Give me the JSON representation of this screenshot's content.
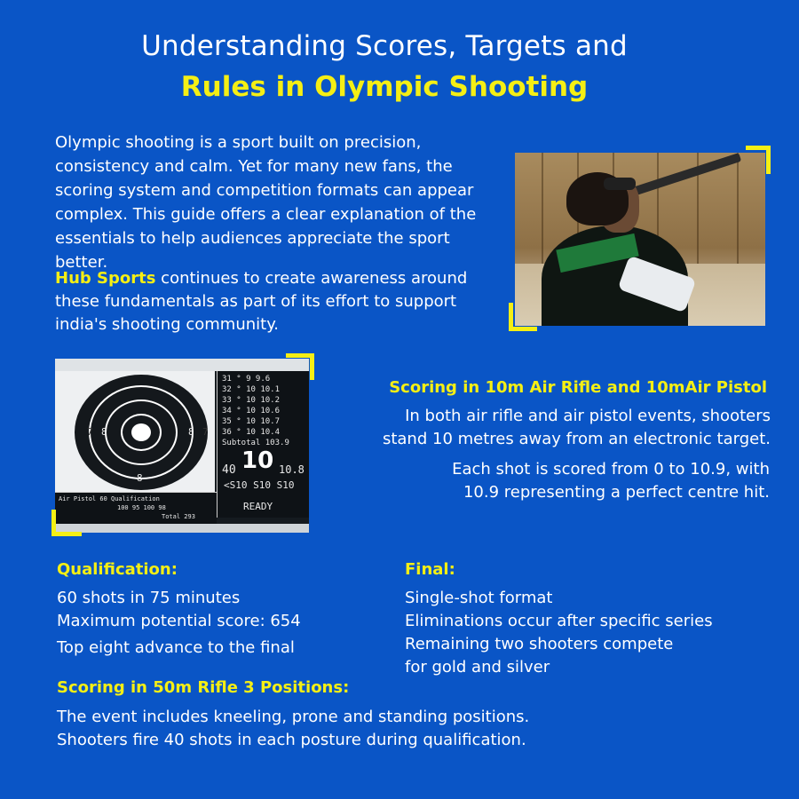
{
  "title": {
    "line1": "Understanding Scores, Targets and",
    "line2": "Rules in Olympic Shooting"
  },
  "intro": {
    "paragraph": "Olympic shooting is a sport built on precision, consistency and calm. Yet for many new fans, the scoring system and competition formats can appear complex. This guide offers a clear explanation of the essentials to help audiences appreciate the sport better.",
    "brand": "Hub Sports",
    "brand_rest": " continues to create awareness around these fundamentals as part of its effort to support india's shooting community."
  },
  "scoring_10m": {
    "title": "Scoring in 10m Air Rifle and 10mAir Pistol",
    "line1": "In both air rifle and air pistol events, shooters",
    "line2": "stand 10 metres away from an electronic target.",
    "line3": "Each shot is scored from 0 to 10.9, with",
    "line4": "10.9 representing a perfect centre hit."
  },
  "target_screen": {
    "big_score": "10",
    "left_score": "40",
    "right_score": "10.8",
    "status": "READY",
    "qualification_label": "Air Pistol 60 Qualification",
    "total": "Total 293"
  },
  "qualification": {
    "title": "Qualification:",
    "lines": [
      "60 shots in 75 minutes",
      "Maximum potential score: 654",
      "Top eight advance to the final"
    ]
  },
  "final": {
    "title": "Final:",
    "lines": [
      "Single-shot format",
      "Eliminations occur after specific series",
      "Remaining two shooters compete",
      "for gold and silver"
    ]
  },
  "rifle3": {
    "title": "Scoring in 50m Rifle 3 Positions:",
    "line1": "The event includes kneeling, prone and standing positions.",
    "line2": "Shooters fire 40 shots in each posture during qualification."
  },
  "colors": {
    "background": "#0a55c6",
    "accent": "#f5ef14",
    "text": "#ffffff"
  }
}
